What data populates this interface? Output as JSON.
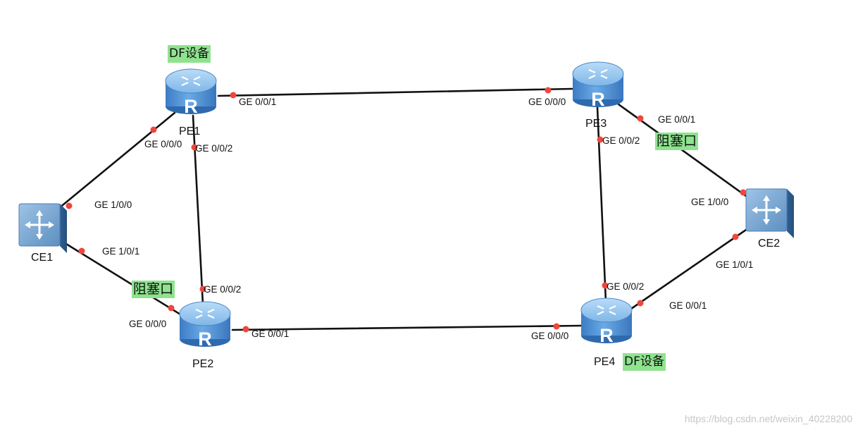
{
  "devices": {
    "pe1": {
      "label": "PE1",
      "kind": "router"
    },
    "pe2": {
      "label": "PE2",
      "kind": "router"
    },
    "pe3": {
      "label": "PE3",
      "kind": "router"
    },
    "pe4": {
      "label": "PE4",
      "kind": "router"
    },
    "ce1": {
      "label": "CE1",
      "kind": "switch"
    },
    "ce2": {
      "label": "CE2",
      "kind": "switch"
    }
  },
  "router_letter": "R",
  "ports": {
    "pe1_ge001": "GE 0/0/1",
    "pe1_ge000": "GE 0/0/0",
    "pe1_ge002": "GE 0/0/2",
    "pe3_ge000": "GE 0/0/0",
    "pe3_ge001": "GE 0/0/1",
    "pe3_ge002": "GE 0/0/2",
    "ce1_ge100": "GE 1/0/0",
    "ce1_ge101": "GE 1/0/1",
    "pe2_ge002": "GE 0/0/2",
    "pe2_ge000": "GE 0/0/0",
    "pe2_ge001": "GE 0/0/1",
    "ce2_ge100": "GE 1/0/0",
    "ce2_ge101": "GE 1/0/1",
    "pe4_ge002": "GE 0/0/2",
    "pe4_ge001": "GE 0/0/1",
    "pe4_ge000": "GE 0/0/0"
  },
  "tags": {
    "pe1_df": "DF设备",
    "pe4_df": "DF设备",
    "pe3_blocked": "阻塞口",
    "pe2_blocked": "阻塞口"
  },
  "colors": {
    "link": "#111111",
    "port_dot": "#f0463c",
    "router_body": "#4f93d6",
    "router_top": "#8fc2ee",
    "switch_body": "#5d8fc0",
    "tag_bg": "#8fe38f"
  },
  "watermark": "https://blog.csdn.net/weixin_40228200"
}
